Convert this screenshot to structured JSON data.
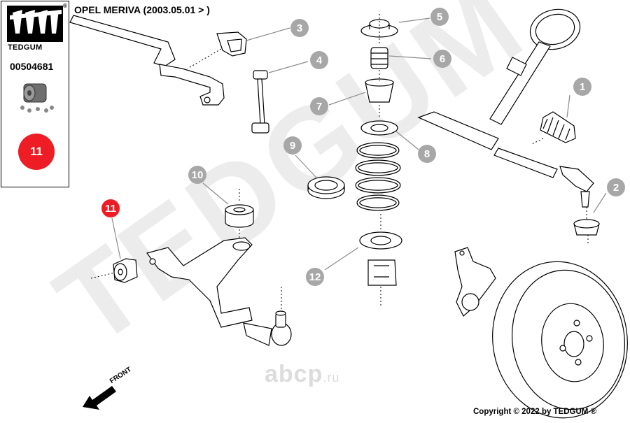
{
  "brand": {
    "name": "TEDGUM",
    "registered_mark": "®",
    "part_number": "00504681",
    "callout_number": "11"
  },
  "title": "OPEL MERIVA (2003.05.01 > )",
  "front_label": "FRONT",
  "watermark": {
    "text": "TEDGUM",
    "site": "abcp",
    "site_suffix": ".ru"
  },
  "copyright": "Copyright © 2022 by TEDGUM ®",
  "callouts": [
    "1",
    "2",
    "3",
    "4",
    "5",
    "6",
    "7",
    "8",
    "9",
    "10",
    "11",
    "12"
  ],
  "colors": {
    "highlight": "#ee1c24",
    "callout_gray": "#a7a7a7",
    "watermark": "#e8e8e8",
    "line": "#000000"
  }
}
